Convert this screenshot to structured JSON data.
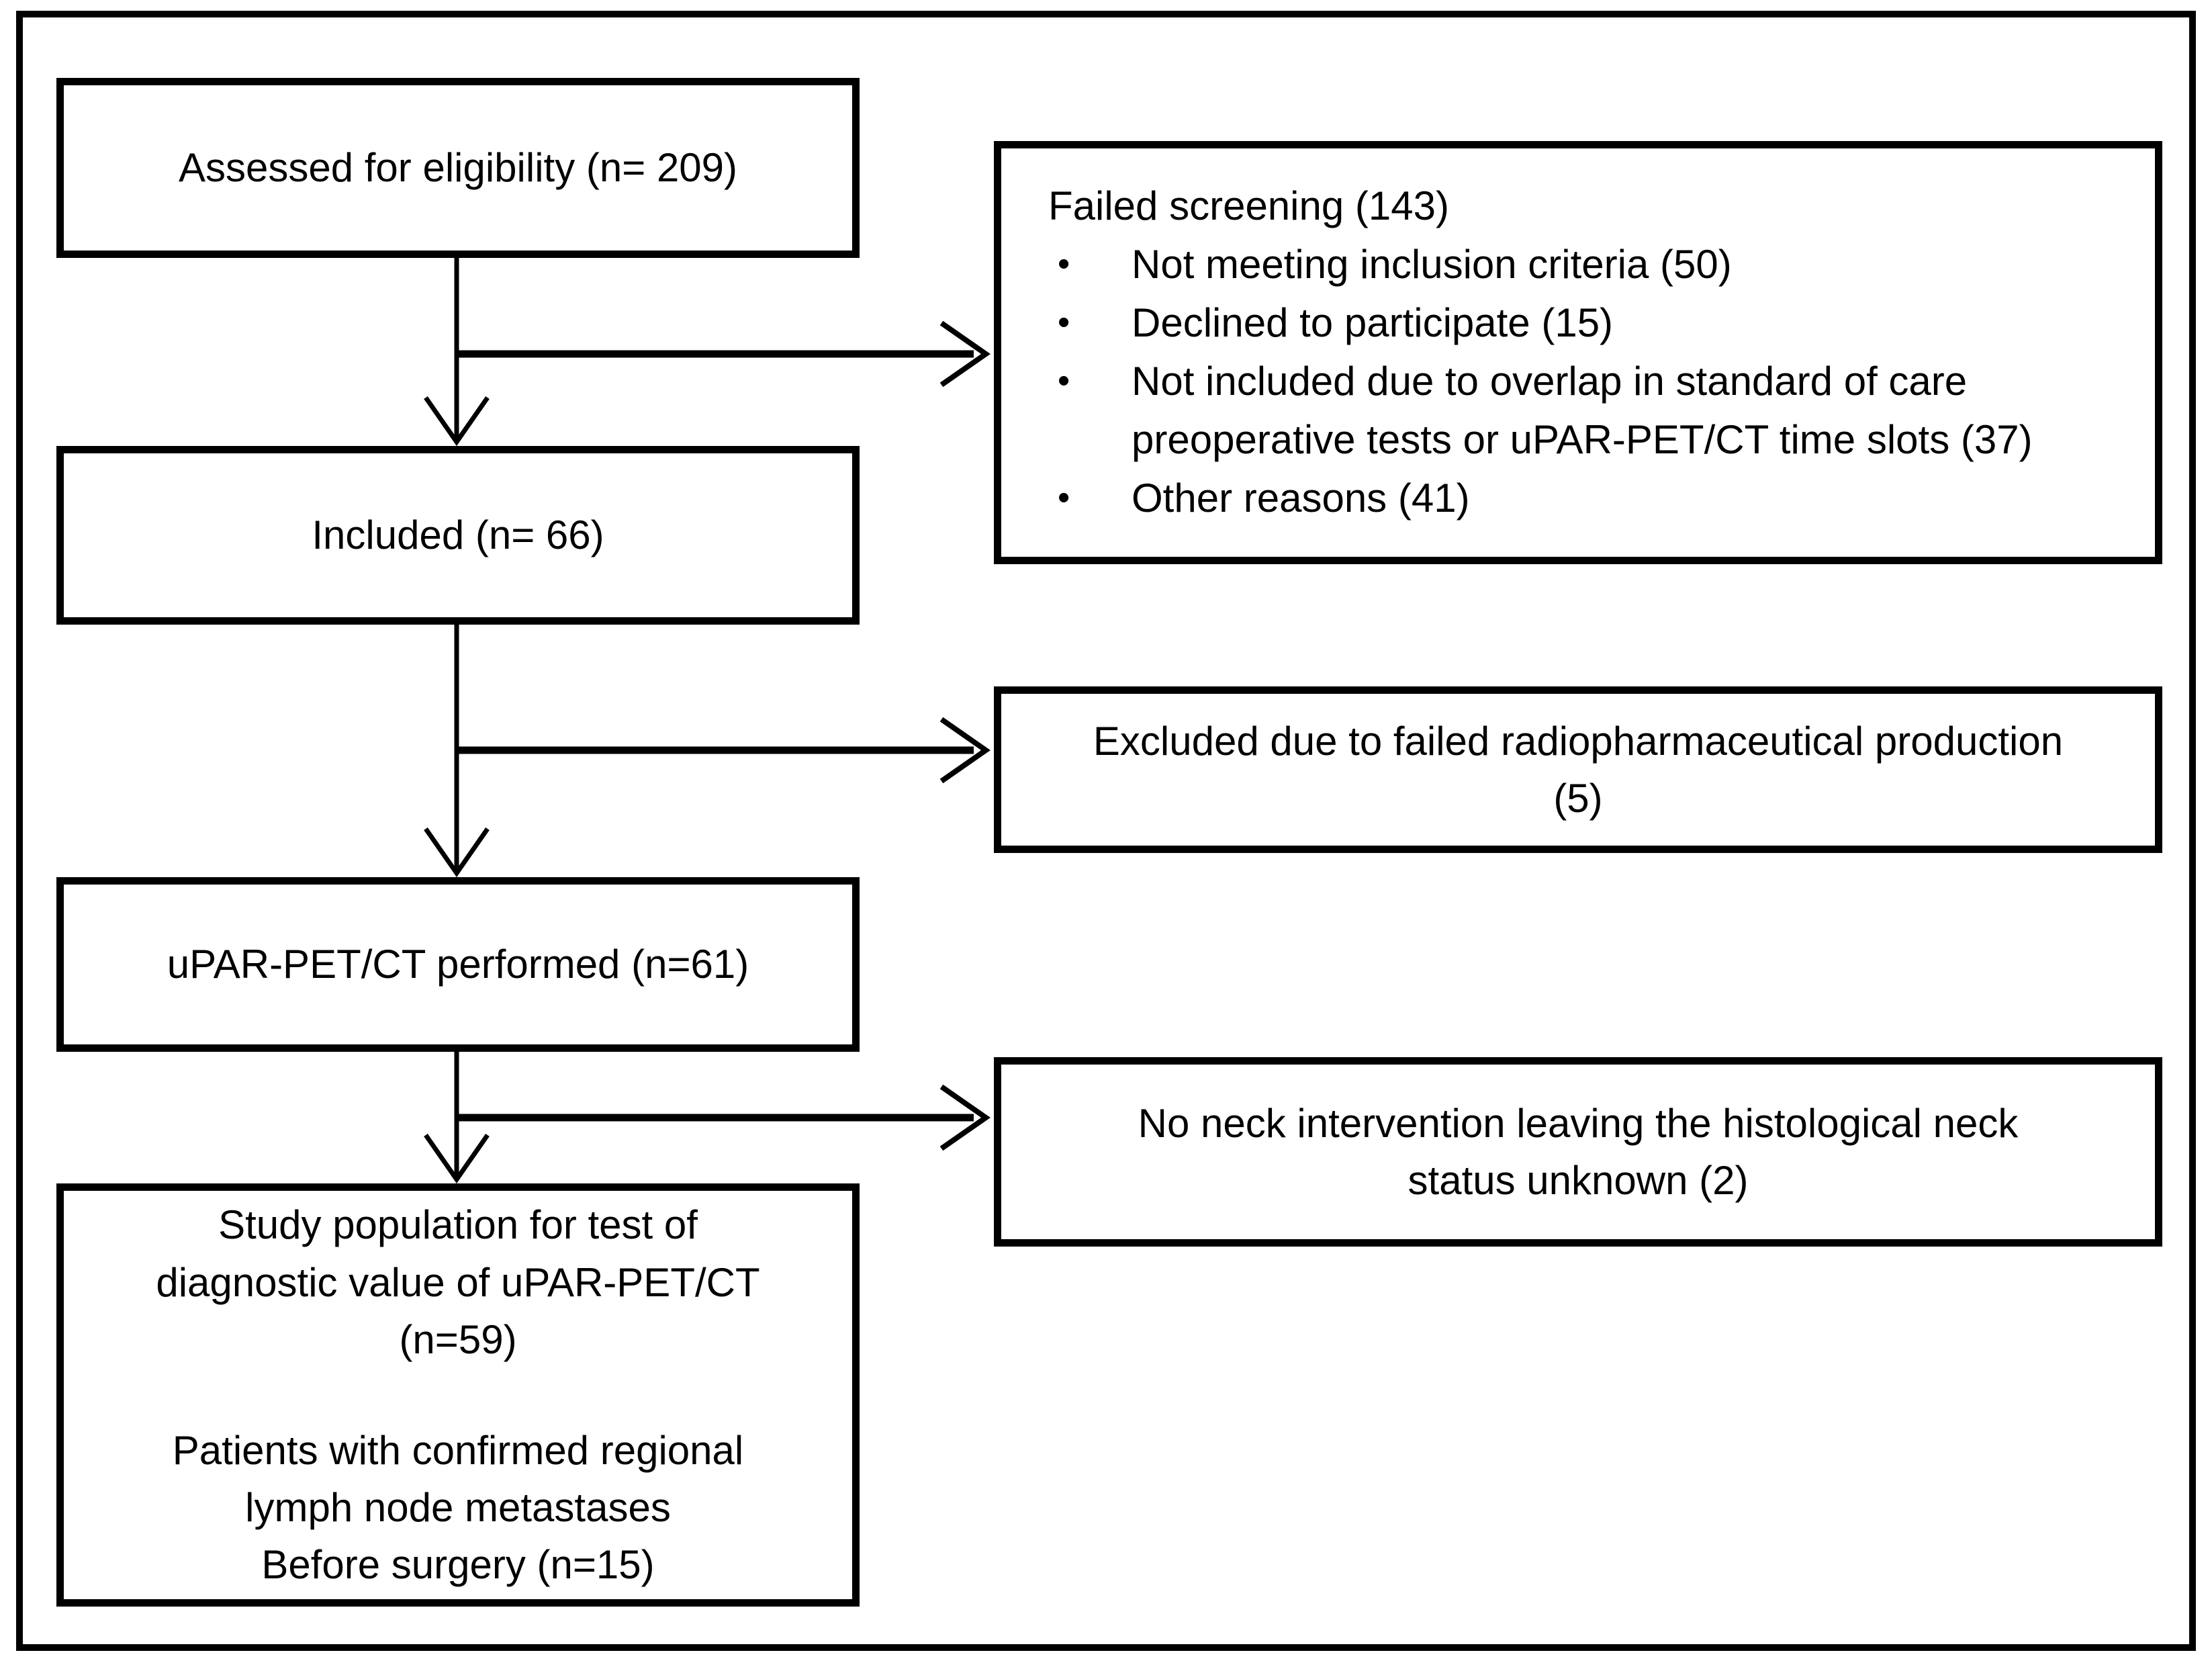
{
  "bullet_char": "•",
  "boxes": {
    "assessed": {
      "label": "Assessed for eligibility (n= 209)"
    },
    "failed_screening": {
      "title": "Failed screening (143)",
      "items": [
        "Not meeting inclusion criteria (50)",
        "Declined to participate (15)",
        "Not included due to overlap in standard of care preoperative tests or uPAR-PET/CT time slots (37)",
        "Other reasons (41)"
      ]
    },
    "included": {
      "label": "Included (n= 66)"
    },
    "excluded_production": {
      "label": "Excluded due to failed radiopharmaceutical production\n(5)"
    },
    "upar_performed": {
      "label": "uPAR-PET/CT performed (n=61)"
    },
    "no_neck": {
      "label": "No neck intervention leaving the histological neck\nstatus unknown (2)"
    },
    "study_population": {
      "para1": "Study population for test of\ndiagnostic value of uPAR-PET/CT\n(n=59)",
      "para2": "Patients with confirmed regional\nlymph node metastases\nBefore surgery (n=15)"
    }
  }
}
